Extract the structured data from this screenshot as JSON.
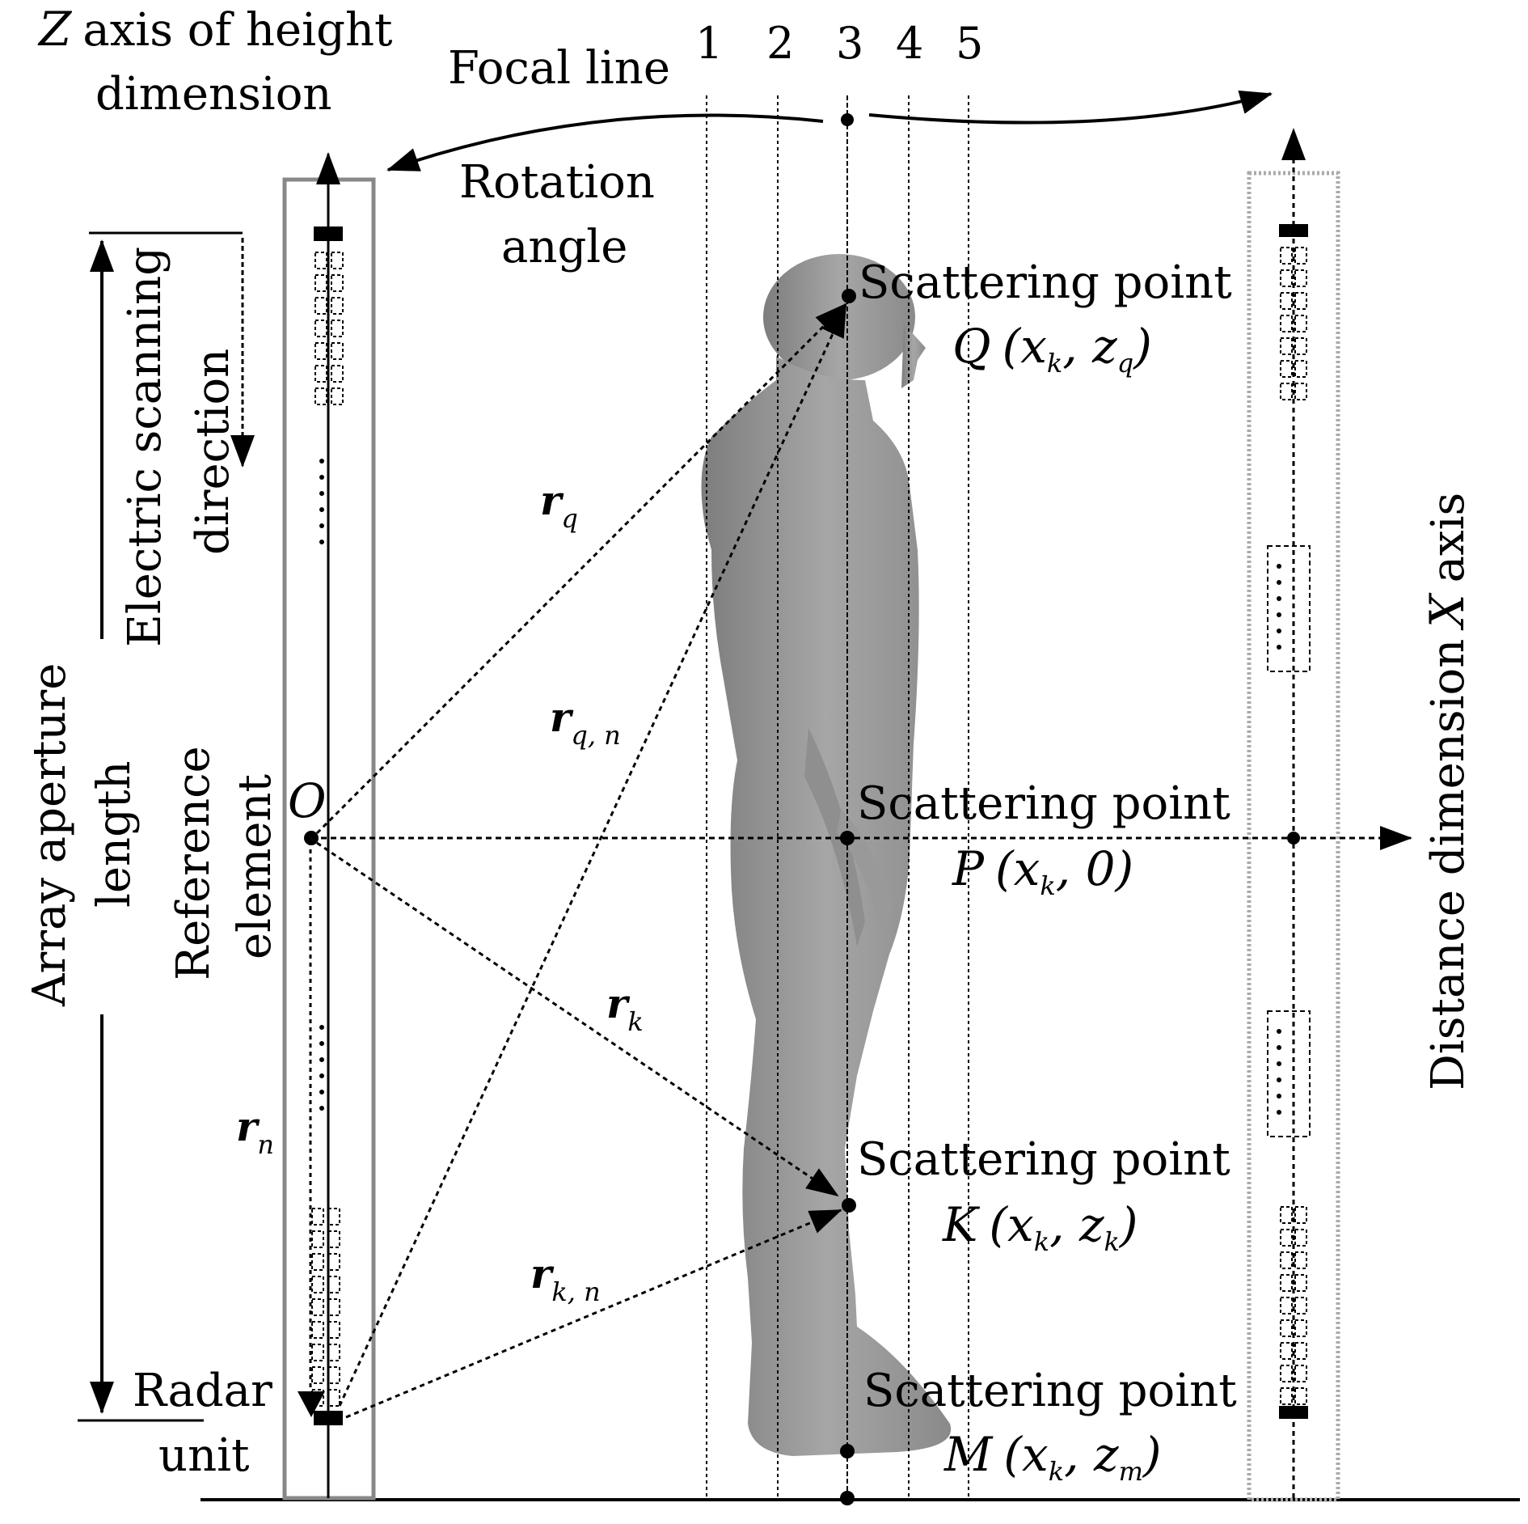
{
  "labels": {
    "z_axis_line1": "axis of height",
    "z_axis_symbol": "Z",
    "z_axis_line2": "dimension",
    "focal_line": "Focal line",
    "rotation_line1": "Rotation",
    "rotation_line2": "angle",
    "electric_line1": "Electric scanning",
    "electric_line2": "direction",
    "array_line1": "Array aperture",
    "array_line2": "length",
    "reference_line1": "Reference",
    "reference_line2": "element",
    "origin": "O",
    "radar_line1": "Radar",
    "radar_line2": "unit",
    "distance_axis_text": "Distance dimension",
    "distance_axis_symbol": "X",
    "distance_axis_tail": "axis"
  },
  "focal_lines": [
    "1",
    "2",
    "3",
    "4",
    "5"
  ],
  "scattering_points": [
    {
      "title": "Scattering point",
      "name": "Q",
      "coord_prefix": "(x",
      "coord_sub": "k",
      "coord_mid": ", z",
      "coord_sub2": "q",
      "coord_suffix": ")"
    },
    {
      "title": "Scattering point",
      "name": "P",
      "coord_prefix": "(x",
      "coord_sub": "k",
      "coord_mid": ", 0)",
      "coord_sub2": "",
      "coord_suffix": ""
    },
    {
      "title": "Scattering point",
      "name": "K",
      "coord_prefix": "(x",
      "coord_sub": "k",
      "coord_mid": ", z",
      "coord_sub2": "k",
      "coord_suffix": ")"
    },
    {
      "title": "Scattering point",
      "name": "M",
      "coord_prefix": "(x",
      "coord_sub": "k",
      "coord_mid": ", z",
      "coord_sub2": "m",
      "coord_suffix": ")"
    }
  ],
  "vectors": [
    {
      "main": "r",
      "sub": "q"
    },
    {
      "main": "r",
      "sub": "q, n"
    },
    {
      "main": "r",
      "sub": "k"
    },
    {
      "main": "r",
      "sub": "n"
    },
    {
      "main": "r",
      "sub": "k, n"
    }
  ]
}
